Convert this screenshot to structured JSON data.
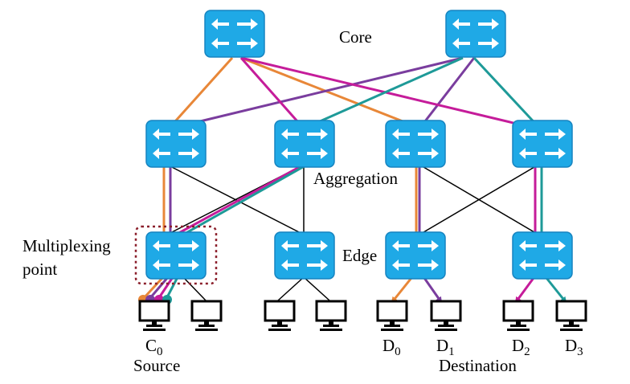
{
  "labels": {
    "core": "Core",
    "aggregation": "Aggregation",
    "edge": "Edge",
    "multiplexing_line1": "Multiplexing",
    "multiplexing_line2": "point",
    "source": "Source",
    "destination": "Destination"
  },
  "hosts": {
    "c0": {
      "main": "C",
      "sub": "0"
    },
    "d0": {
      "main": "D",
      "sub": "0"
    },
    "d1": {
      "main": "D",
      "sub": "1"
    },
    "d2": {
      "main": "D",
      "sub": "2"
    },
    "d3": {
      "main": "D",
      "sub": "3"
    }
  },
  "colors": {
    "switch_fill": "#1fa9e6",
    "switch_stroke": "#1784c0",
    "link": "#000000",
    "flow_orange": "#e88738",
    "flow_purple": "#7a3d9e",
    "flow_magenta": "#c51c9a",
    "flow_teal": "#1e9a98",
    "multiplex_box": "#8b1f2b"
  },
  "icons": [
    "switch-icon",
    "computer-host-icon",
    "arrow-icon"
  ]
}
